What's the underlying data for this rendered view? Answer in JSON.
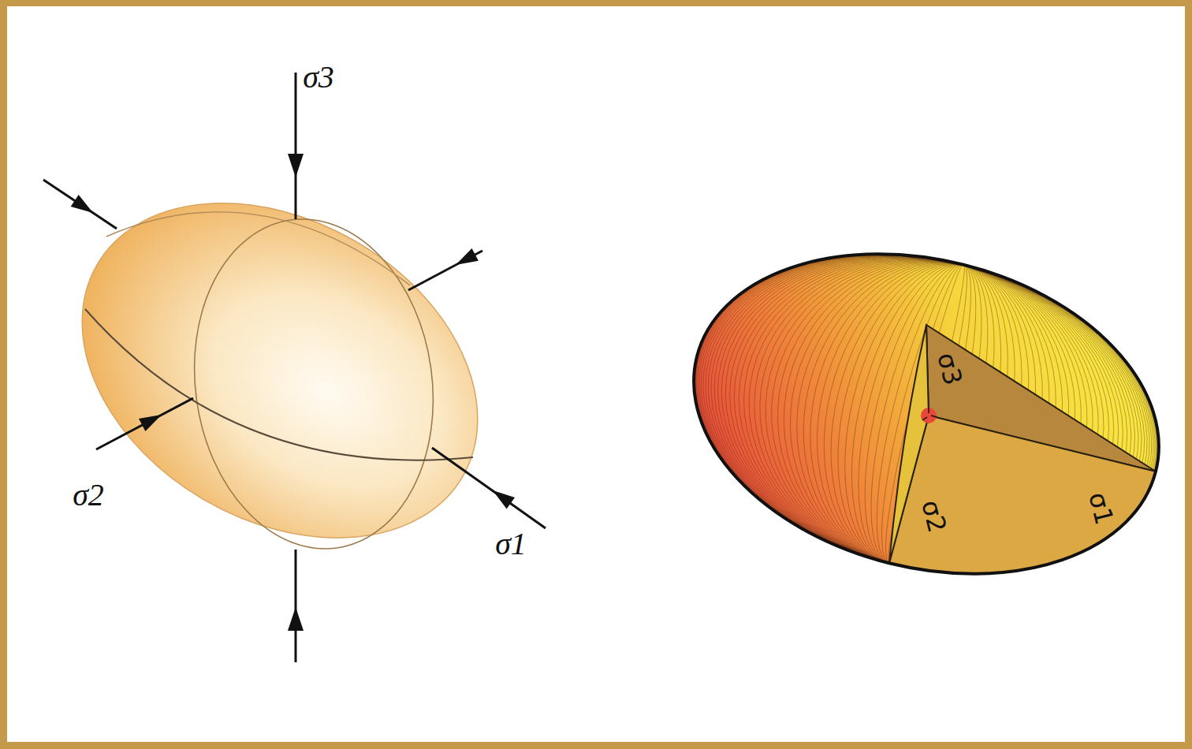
{
  "diagram": {
    "labels": [
      "σ3",
      "σ2",
      "σ1",
      "σ3",
      "σ2",
      "σ1"
    ]
  }
}
